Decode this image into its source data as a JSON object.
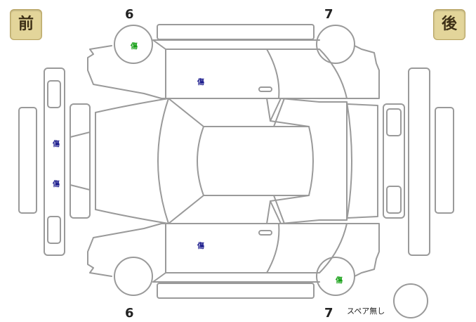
{
  "labels": {
    "front": "前",
    "rear": "後",
    "wheel_front_top": "6",
    "wheel_rear_top": "7",
    "wheel_front_bottom": "6",
    "wheel_rear_bottom": "7",
    "spare": "スペア無し"
  },
  "damage_marks": [
    {
      "part": "front-left-wheel",
      "text": "傷",
      "color": "#16a016"
    },
    {
      "part": "left-front-door",
      "text": "傷",
      "color": "#1a1a8c"
    },
    {
      "part": "front-bumper-upper",
      "text": "傷",
      "color": "#1a1a8c"
    },
    {
      "part": "front-bumper-lower",
      "text": "傷",
      "color": "#1a1a8c"
    },
    {
      "part": "right-front-door",
      "text": "傷",
      "color": "#1a1a8c"
    },
    {
      "part": "rear-right-wheel",
      "text": "傷",
      "color": "#16a016"
    }
  ],
  "colors": {
    "outline": "#9a9a9a",
    "badge_bg": "#e3d59a",
    "mark_green": "#16a016",
    "mark_navy": "#1a1a8c"
  }
}
